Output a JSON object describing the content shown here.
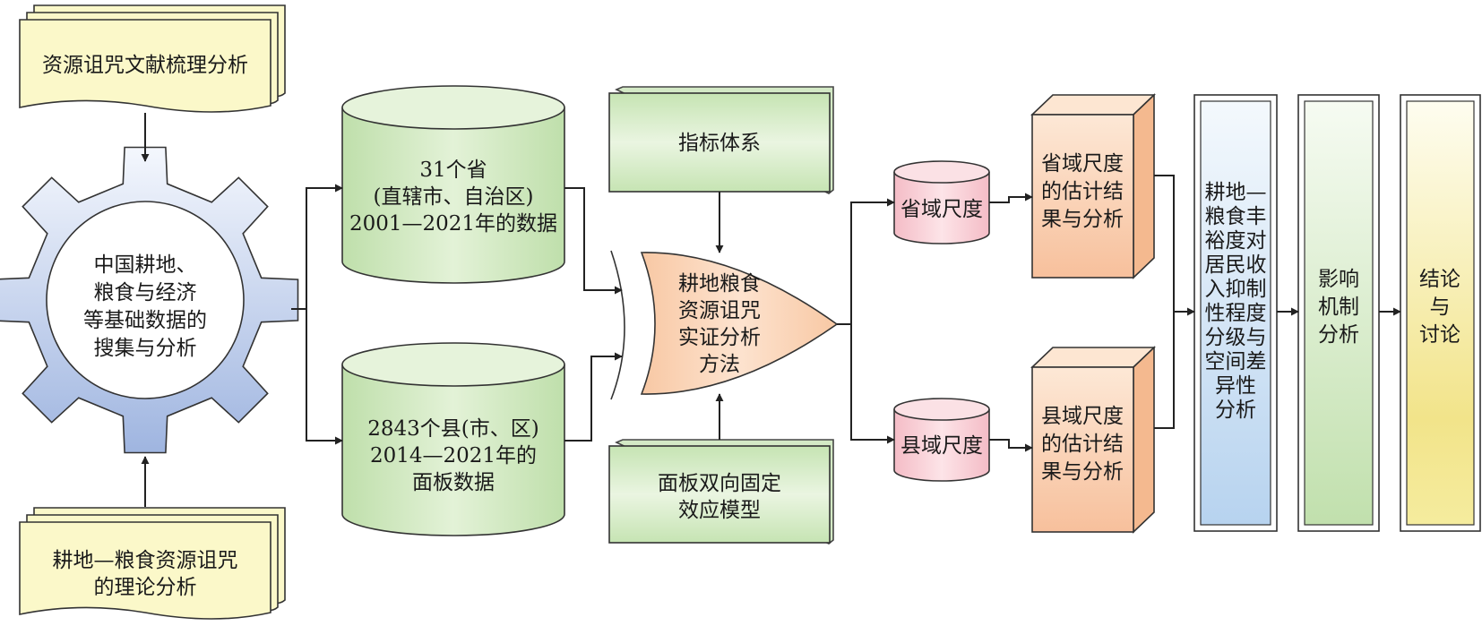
{
  "nodes": {
    "lit_review": {
      "lines": [
        "资源诅咒文献梳理分析"
      ]
    },
    "theory": {
      "lines": [
        "耕地—粮食资源诅咒",
        "的理论分析"
      ]
    },
    "gear": {
      "lines": [
        "中国耕地、",
        "粮食与经济",
        "等基础数据的",
        "搜集与分析"
      ]
    },
    "province_data": {
      "lines": [
        "31个省",
        "(直辖市、自治区)",
        "2001—2021年的数据"
      ]
    },
    "county_data": {
      "lines": [
        "2843个县(市、区)",
        "2014—2021年的",
        "面板数据"
      ]
    },
    "indicator": {
      "lines": [
        "指标体系"
      ]
    },
    "model": {
      "lines": [
        "面板双向固定",
        "效应模型"
      ]
    },
    "method": {
      "lines": [
        "耕地粮食",
        "资源诅咒",
        "实证分析",
        "方法"
      ]
    },
    "province_scale": {
      "lines": [
        "省域尺度"
      ]
    },
    "county_scale": {
      "lines": [
        "县域尺度"
      ]
    },
    "province_result": {
      "lines": [
        "省域尺度",
        "的估计结",
        "果与分析"
      ]
    },
    "county_result": {
      "lines": [
        "县域尺度",
        "的估计结",
        "果与分析"
      ]
    },
    "grading": {
      "lines": [
        "耕地—",
        "粮食丰",
        "裕度对",
        "居民收",
        "入抑制",
        "性程度",
        "分级与",
        "空间差",
        "异性",
        "分析"
      ]
    },
    "mechanism": {
      "lines": [
        "影响",
        "机制",
        "分析"
      ]
    },
    "conclusion": {
      "lines": [
        "结论",
        "与",
        "讨论"
      ]
    }
  },
  "colors": {
    "paper": "#fbf8c9",
    "gear_top": "#f3f6fc",
    "gear_bottom": "#a9bde3",
    "cylinder_green": "#cfe7bf",
    "box_green": "#d7ecca",
    "method_orange": "#fbd2b4",
    "small_cyl_pink": "#f8d3d9",
    "cube_orange": "#fbd2b4",
    "col_blue": "#c5dcf2",
    "col_green": "#cfe7bf",
    "col_yellow": "#f4ea96"
  }
}
